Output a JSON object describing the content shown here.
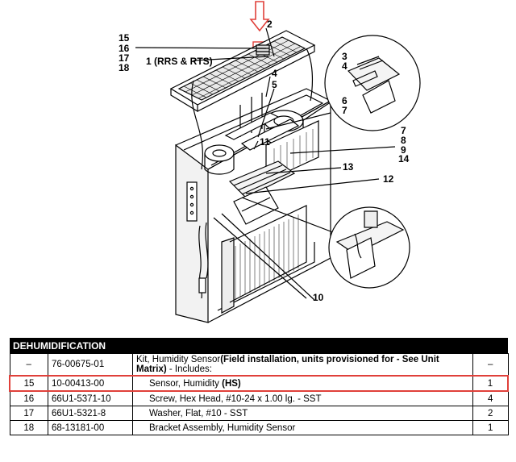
{
  "diagram": {
    "callouts": {
      "c15": "15",
      "c16": "16",
      "c17": "17",
      "c18": "18",
      "c1": "1 (RRS & RTS)",
      "c2": "2",
      "c4": "4",
      "c5": "5",
      "c11": "11",
      "c3": "3",
      "c4b": "4",
      "c6": "6",
      "c7": "7",
      "c7b": "7",
      "c8": "8",
      "c9": "9",
      "c14": "14",
      "c13": "13",
      "c12": "12",
      "c10": "10"
    },
    "highlight_color": "#e0403a"
  },
  "table": {
    "title": "DEHUMIDIFICATION",
    "rows": [
      {
        "item": "–",
        "part": "76-00675-01",
        "desc_plain": "Kit, Humidity Sensor",
        "desc_bold": "(Field installation, units provisioned for - See Unit Matrix)",
        "desc_tail": " - Includes:",
        "qty": "–"
      },
      {
        "item": "15",
        "part": "10-00413-00",
        "desc_plain": "Sensor, Humidity ",
        "desc_bold": "(HS)",
        "qty": "1"
      },
      {
        "item": "16",
        "part": "66U1-5371-10",
        "desc": "Screw, Hex Head, #10-24 x 1.00 lg. - SST",
        "qty": "4"
      },
      {
        "item": "17",
        "part": "66U1-5321-8",
        "desc": "Washer, Flat, #10 - SST",
        "qty": "2"
      },
      {
        "item": "18",
        "part": "68-13181-00",
        "desc": "Bracket Assembly, Humidity Sensor",
        "qty": "1"
      }
    ]
  }
}
